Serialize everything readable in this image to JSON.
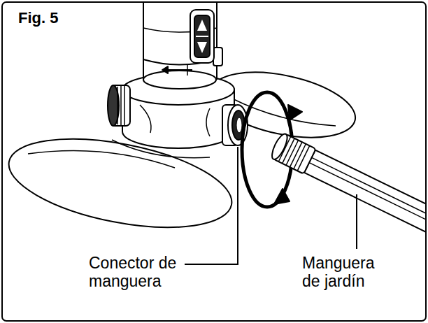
{
  "diagram": {
    "title": "Fig. 5",
    "labels": [
      "Conector de manguera",
      "Manguera de jardín"
    ]
  }
}
